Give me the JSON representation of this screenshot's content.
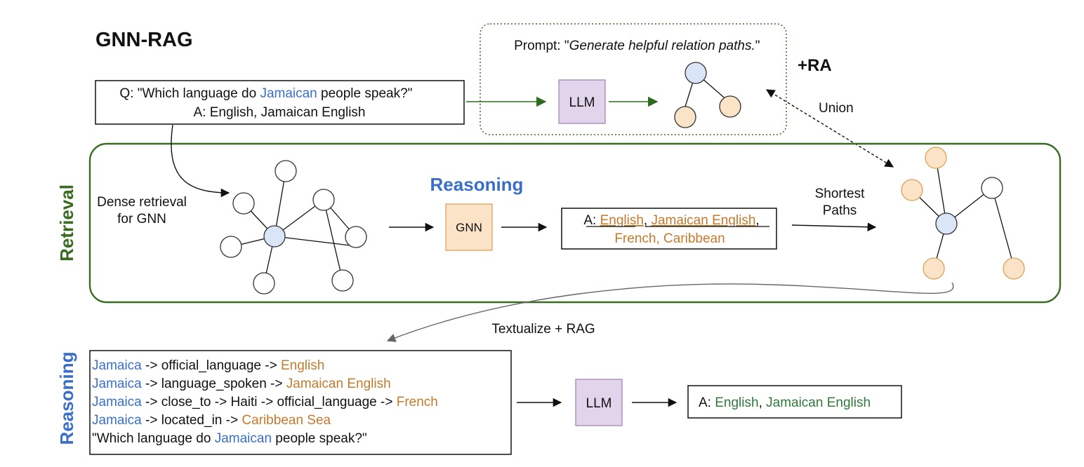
{
  "title": "GNN-RAG",
  "colors": {
    "blue": "#3a6fc7",
    "orange": "#c47a2c",
    "green": "#2f7a3a",
    "dark_green": "#3a6b22",
    "node_blue_fill": "#dae6f8",
    "node_orange_fill": "#fbe3c8",
    "llm_fill": "#e2d4ea",
    "gnn_fill": "#fbe3c8"
  },
  "question_box": {
    "q_prefix": "Q: \"Which language do ",
    "q_entity": "Jamaican",
    "q_suffix": " people speak?\"",
    "answer": "A: English, Jamaican English"
  },
  "ra_box": {
    "prompt_prefix": "Prompt: \"",
    "prompt_italic": "Generate helpful relation paths.",
    "prompt_suffix": "\"",
    "llm_label": "LLM",
    "tag": "+RA",
    "union_label": "Union"
  },
  "retrieval": {
    "side_label": "Retrieval",
    "dense_line1": "Dense retrieval",
    "dense_line2": "for GNN",
    "reasoning_label": "Reasoning",
    "gnn_label": "GNN",
    "answer_prefix": "A: ",
    "answers_line1": [
      "English",
      "Jamaican English"
    ],
    "answers_line2": "French, Caribbean",
    "shortest_line1": "Shortest",
    "shortest_line2": "Paths"
  },
  "textualize_label": "Textualize + RAG",
  "reasoning": {
    "side_label": "Reasoning",
    "paths": [
      {
        "head": "Jamaica",
        "middle": " -> official_language -> ",
        "tail": "English"
      },
      {
        "head": "Jamaica",
        "middle": " -> language_spoken -> ",
        "tail": "Jamaican English"
      },
      {
        "head": "Jamaica",
        "middle": " -> close_to -> Haiti -> official_language -> ",
        "tail": "French"
      },
      {
        "head": "Jamaica",
        "middle": " -> located_in -> ",
        "tail": "Caribbean Sea"
      }
    ],
    "question_prefix": "\"Which language do ",
    "question_entity": "Jamaican",
    "question_suffix": " people speak?\"",
    "llm_label": "LLM",
    "final_prefix": "A: ",
    "final_answer_1": "English",
    "final_sep": ", ",
    "final_answer_2": "Jamaican English"
  }
}
